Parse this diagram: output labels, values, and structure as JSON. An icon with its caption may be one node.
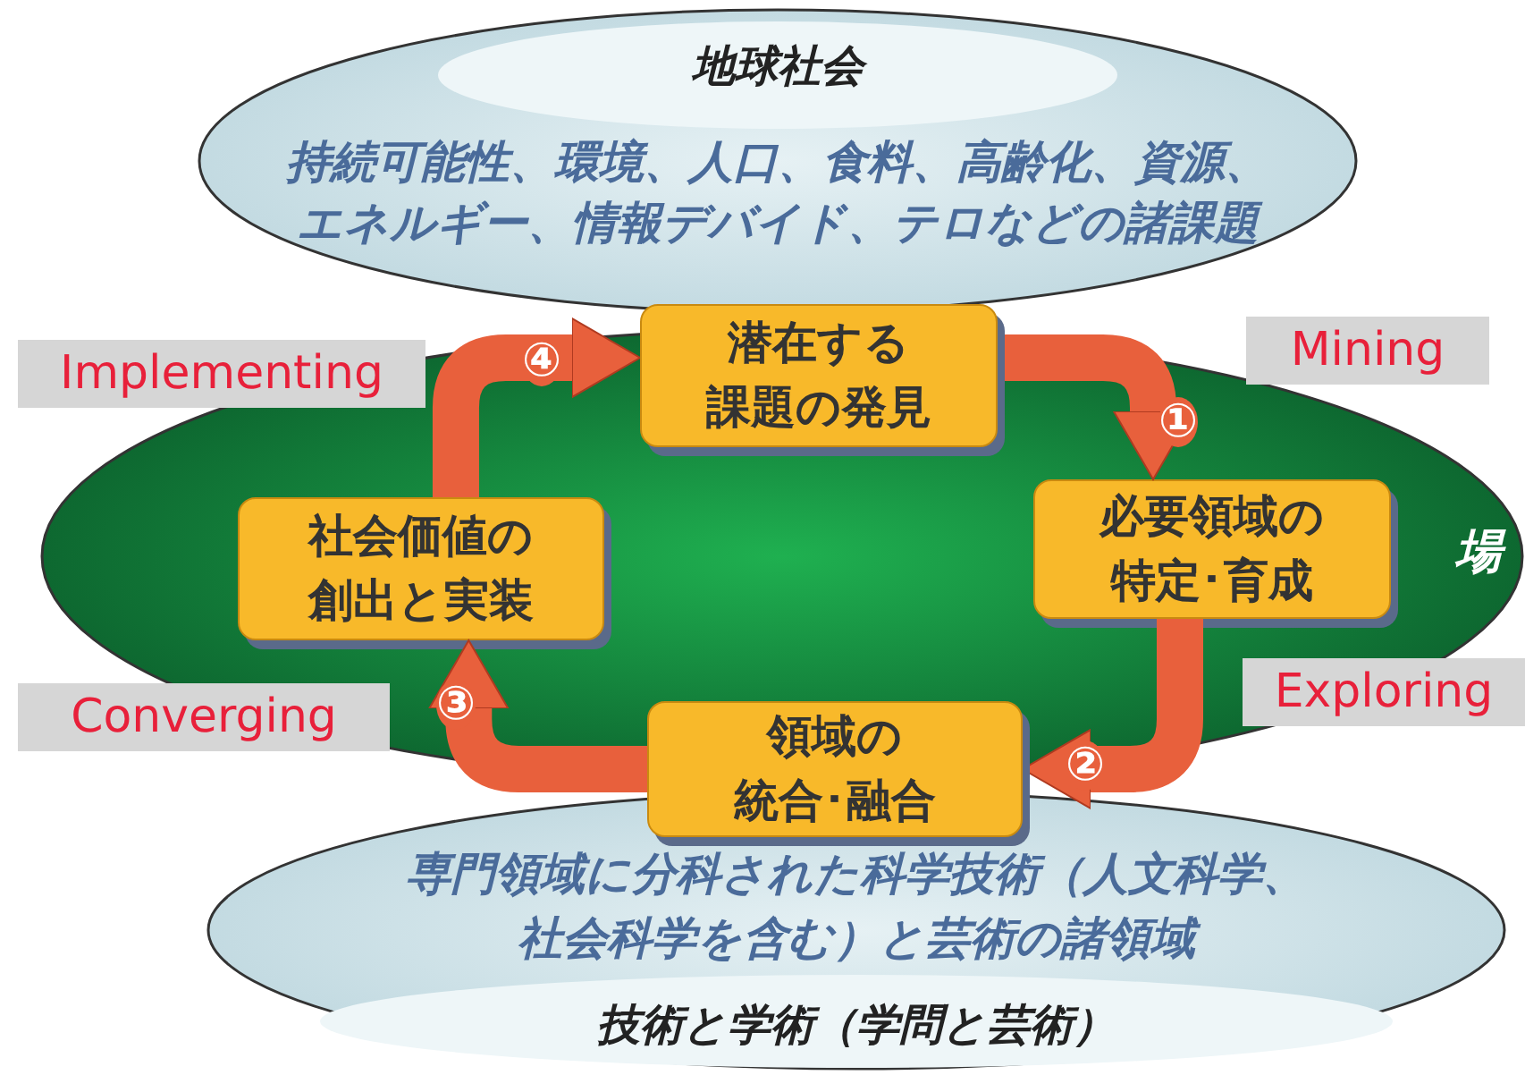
{
  "diagram": {
    "nodes": [
      {
        "text": [
          "地球社会",
          "持続可能性、環境、人口、食料、高齢化、資源、エネルギー、情報デバイド、テロなどの諸課題"
        ]
      },
      {
        "text": [
          "場"
        ]
      },
      {
        "text": [
          "潜在する課題の発見"
        ]
      },
      {
        "text": [
          "必要領域の特定･育成"
        ],
        "in": 1
      },
      {
        "text": [
          "領域の統合･融合"
        ]
      },
      {
        "text": [
          "社会価値の創出と実装"
        ],
        "in": 1
      },
      {
        "text": [
          "専門領域に分科された科学技術（人文科学、社会科学を含む）と芸術の諸領域",
          "技術と学術（学問と芸術）"
        ]
      }
    ],
    "edges": [
      {
        "from": 2,
        "to": 3,
        "arrow": "to",
        "label": "①"
      },
      {
        "from": 3,
        "to": 4,
        "arrow": "to",
        "label": "②"
      },
      {
        "from": 4,
        "to": 5,
        "arrow": "to",
        "label": "③"
      },
      {
        "from": 5,
        "to": 2,
        "arrow": "to",
        "label": "④"
      }
    ],
    "labels": [
      "Implementing",
      "Mining",
      "Converging",
      "Exploring"
    ]
  }
}
